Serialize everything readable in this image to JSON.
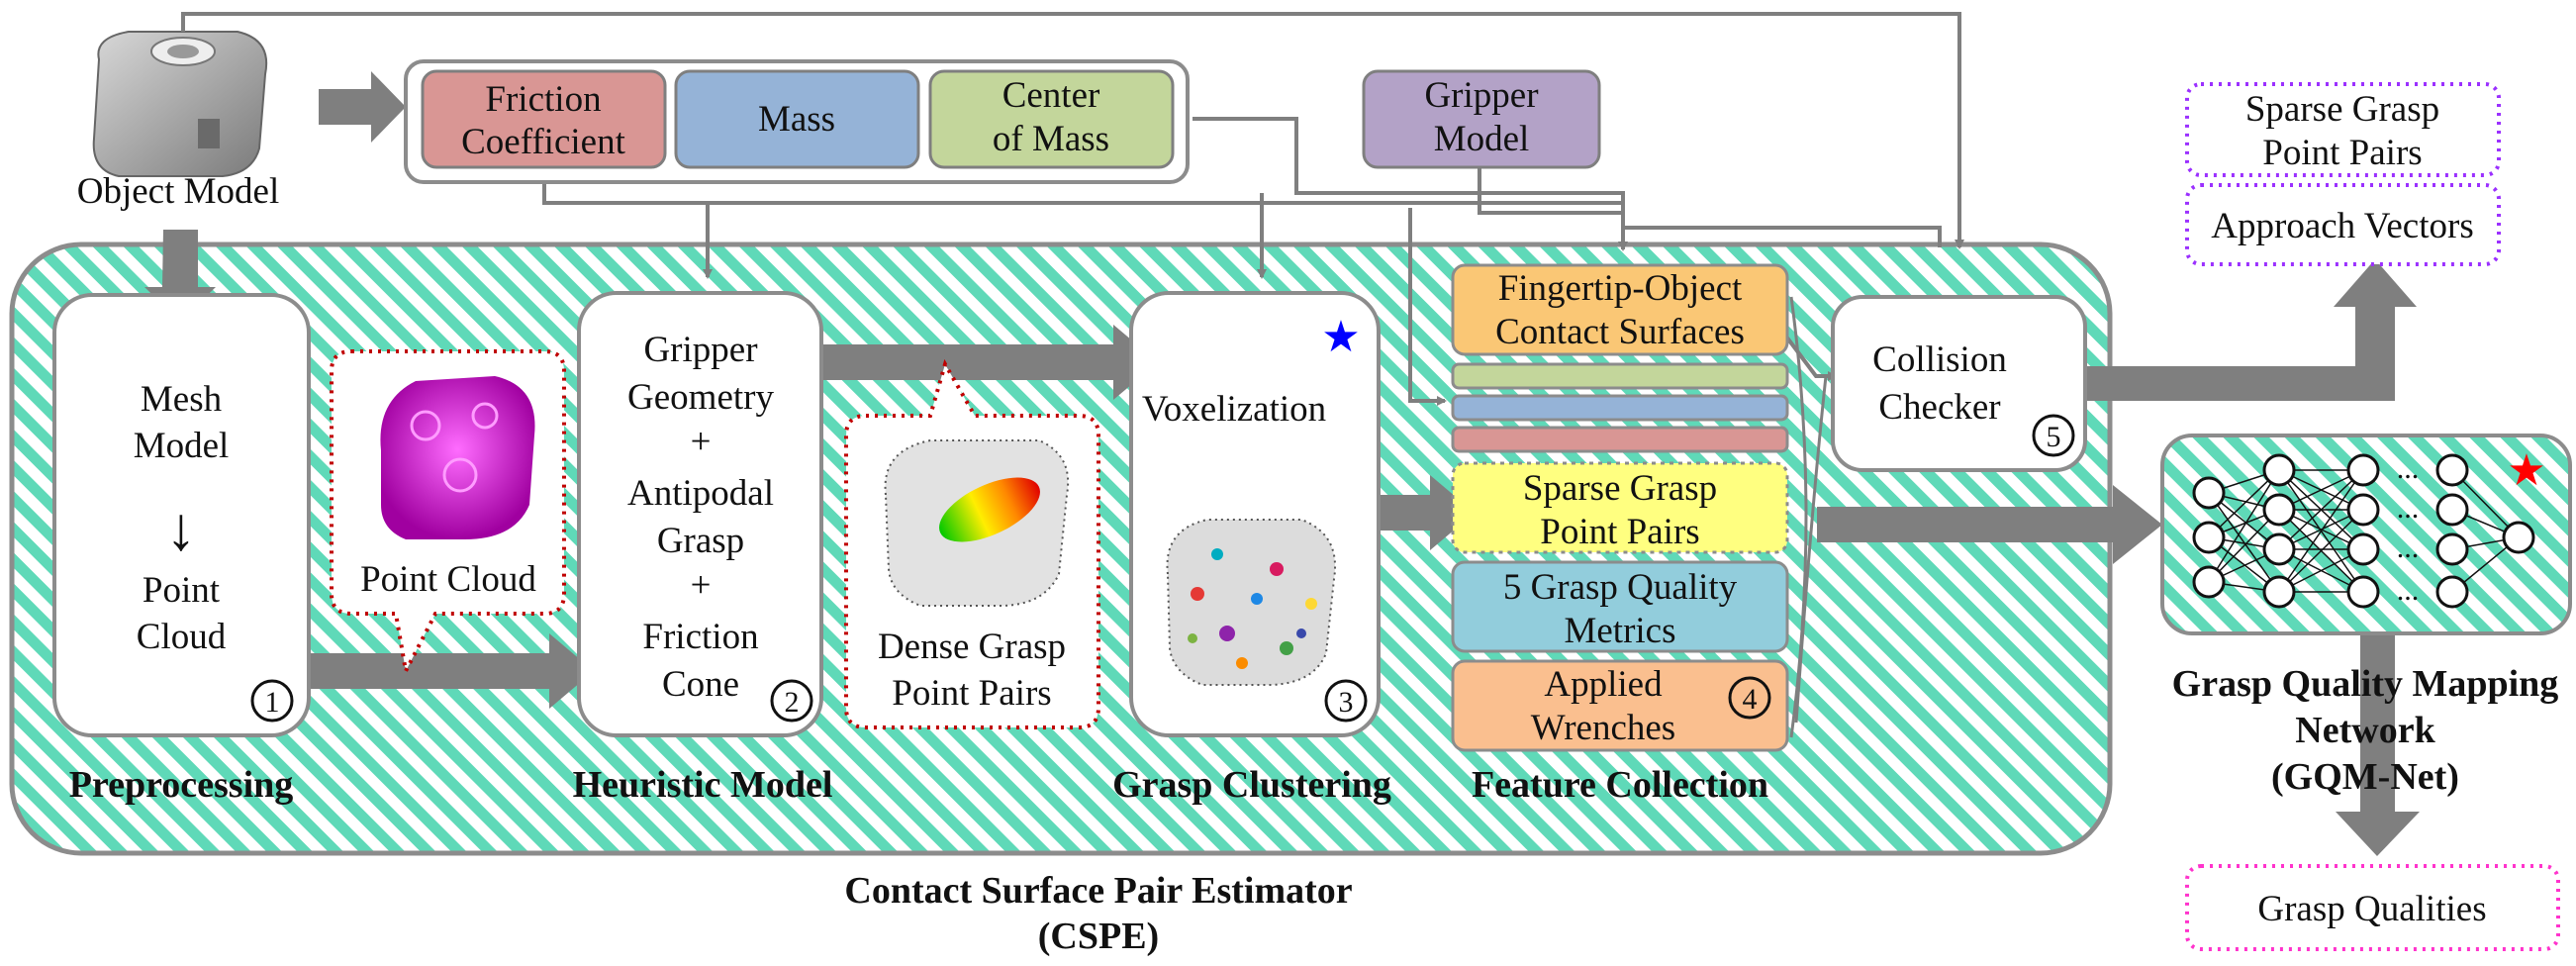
{
  "object_model": {
    "label": "Object Model"
  },
  "properties": {
    "friction": [
      "Friction",
      "Coefficient"
    ],
    "mass": [
      "Mass"
    ],
    "center_of_mass": [
      "Center",
      "of Mass"
    ],
    "gripper_model": [
      "Gripper",
      "Model"
    ]
  },
  "cspe": {
    "title": [
      "Contact Surface Pair Estimator",
      "(CSPE)"
    ],
    "stages": {
      "preprocessing": {
        "lines": [
          "Mesh",
          "Model",
          "↓",
          "Point",
          "Cloud"
        ],
        "number": "1",
        "caption": "Preprocessing"
      },
      "point_cloud_bubble": [
        "Point Cloud"
      ],
      "heuristic": {
        "lines": [
          "Gripper",
          "Geometry",
          "+",
          "Antipodal",
          "Grasp",
          "+",
          "Friction",
          "Cone"
        ],
        "number": "2",
        "caption": "Heuristic Model"
      },
      "dense_bubble": [
        "Dense Grasp",
        "Point Pairs"
      ],
      "clustering": {
        "lines": [
          "Voxelization"
        ],
        "number": "3",
        "caption": "Grasp Clustering"
      },
      "feature": {
        "items": [
          [
            "Fingertip-Object",
            "Contact Surfaces"
          ],
          [
            "Sparse Grasp",
            "Point Pairs"
          ],
          [
            "5 Grasp Quality",
            "Metrics"
          ],
          [
            "Applied",
            "Wrenches"
          ]
        ],
        "number": "4",
        "caption": "Feature Collection"
      },
      "collision": {
        "lines": [
          "Collision",
          "Checker"
        ],
        "number": "5"
      }
    }
  },
  "outputs": {
    "sparse": [
      "Sparse Grasp",
      "Point Pairs"
    ],
    "approach": [
      "Approach Vectors"
    ],
    "qualities": [
      "Grasp Qualities"
    ]
  },
  "gqm": {
    "title": [
      "Grasp Quality Mapping",
      "Network",
      "(GQM-Net)"
    ],
    "ellipsis": "..."
  },
  "colors": {
    "friction": "#d99694",
    "mass": "#95b3d7",
    "com": "#c3d69b",
    "gripper": "#b3a2c7",
    "contact": "#fac775",
    "sparse_fill": "#ffff80",
    "metrics": "#92cddc",
    "wrenches": "#fabf8f",
    "hatch": "#5fd9b8",
    "arrow": "#7f7f7f",
    "dotted_red": "#c00000",
    "dotted_purple": "#9b30ff",
    "dotted_pink": "#ff33cc",
    "star_blue": "#0000ff",
    "star_red": "#ff0000"
  }
}
